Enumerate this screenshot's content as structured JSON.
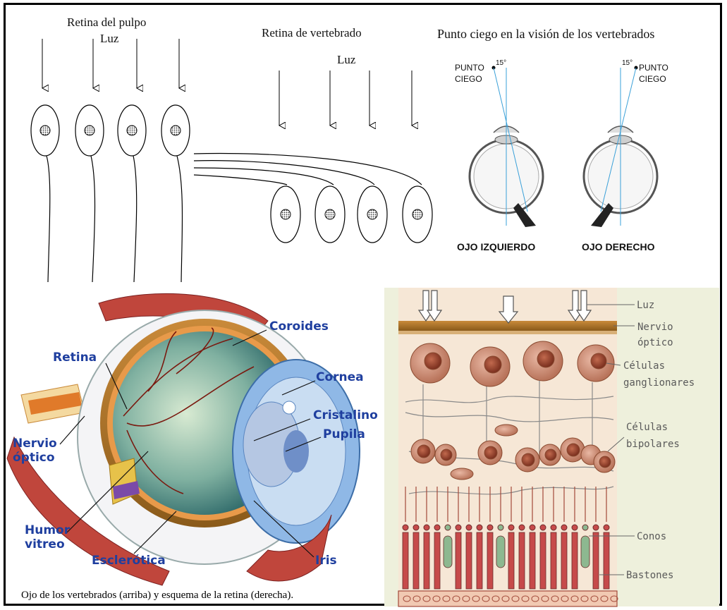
{
  "octopus_retina": {
    "title": "Retina del pulpo",
    "light_label": "Luz"
  },
  "vertebrate_retina": {
    "title": "Retina de vertebrado",
    "light_label": "Luz"
  },
  "blind_spot": {
    "title": "Punto ciego en la visión de los vertebrados",
    "left_label_1": "PUNTO",
    "left_label_2": "CIEGO",
    "right_label_1": "PUNTO",
    "right_label_2": "CIEGO",
    "angle_left": "15°",
    "angle_right": "15°",
    "left_eye": "OJO IZQUIERDO",
    "right_eye": "OJO DERECHO"
  },
  "eye_anatomy": {
    "coroides": "Coroides",
    "retina": "Retina",
    "cornea": "Cornea",
    "cristalino": "Cristalino",
    "pupila": "Pupila",
    "nervio_1": "Nervio",
    "nervio_2": "óptico",
    "humor_1": "Humor",
    "humor_2": "vitreo",
    "esclerotica": "Esclerótica",
    "iris": "Iris"
  },
  "retina_layers": {
    "luz": "Luz",
    "nervio_1": "Nervio",
    "nervio_2": "óptico",
    "ganglion_1": "Células",
    "ganglion_2": "ganglionares",
    "bipolar_1": "Células",
    "bipolar_2": "bipolares",
    "conos": "Conos",
    "bastones": "Bastones"
  },
  "caption": "Ojo de los vertebrados (arriba) y esquema de la retina (derecha).",
  "colors": {
    "label_blue": "#1f3f9f",
    "retina_bg": "#eef0dc",
    "cell_brown": "#a8553a",
    "rod_red": "#c64a4a",
    "cone_green": "#8db890"
  }
}
